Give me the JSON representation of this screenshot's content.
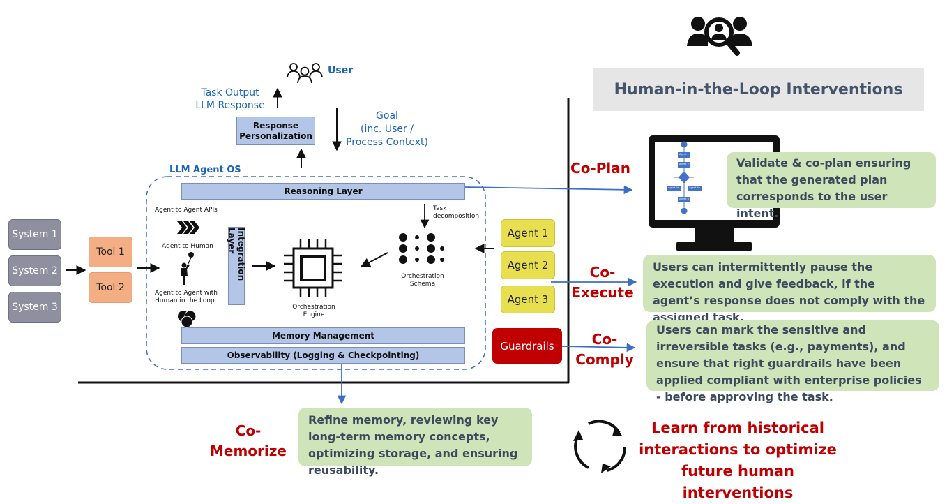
{
  "header": {
    "title": "Human-in-the-Loop Interventions"
  },
  "top": {
    "user_label": "User",
    "task_output": "Task Output\nLLM Response",
    "goal": "Goal\n(inc. User /\nProcess Context)",
    "response_personalization": "Response\nPersonalization"
  },
  "os": {
    "label": "LLM Agent OS",
    "reasoning_layer": "Reasoning Layer",
    "memory_management": "Memory Management",
    "observability": "Observability (Logging & Checkpointing)",
    "integration_layer": "Integration Layer",
    "agent_to_agent_apis": "Agent to Agent APIs",
    "agent_to_human": "Agent to Human",
    "agent_to_agent_hitl": "Agent to Agent with\nHuman in the Loop",
    "orchestration_engine": "Orchestration\nEngine",
    "orchestration_schema": "Orchestration\nSchema",
    "task_decomposition": "Task\ndecomposition"
  },
  "systems": [
    "System 1",
    "System 2",
    "System 3"
  ],
  "tools": [
    "Tool 1",
    "Tool 2"
  ],
  "agents": [
    "Agent 1",
    "Agent 2",
    "Agent 3"
  ],
  "guardrails": "Guardrails",
  "monitor_nodes": [
    "Agent 1",
    "Agent 2",
    "Agent 5a",
    "Agent 5b",
    "Agent 6"
  ],
  "interventions": {
    "co_plan": {
      "label": "Co-Plan",
      "text": "Validate & co-plan ensuring that the generated plan corresponds to the user intent."
    },
    "co_execute": {
      "label": "Co-\nExecute",
      "text": "Users can intermittently pause the execution and give feedback, if the agent’s response does not comply with the assigned task."
    },
    "co_comply": {
      "label": "Co-\nComply",
      "text": "Users can mark the sensitive and irreversible tasks (e.g., payments), and ensure that right guardrails have been applied compliant with enterprise policies - before approving the task."
    },
    "co_memorize": {
      "label": "Co-\nMemorize",
      "text": "Refine memory, reviewing key long-term memory concepts, optimizing storage, and ensuring reusability."
    }
  },
  "learn": "Learn from historical\ninteractions to optimize\nfuture human interventions",
  "colors": {
    "accent_blue": "#1a65b8",
    "red": "#c00000",
    "green_box": "#cfe5b9",
    "layer_blue": "#b4c6e7",
    "agent_yellow": "#e7df4f",
    "tool_orange": "#f4ae83",
    "system_gray": "#8e90a0",
    "guardrail_red": "#c00000"
  }
}
